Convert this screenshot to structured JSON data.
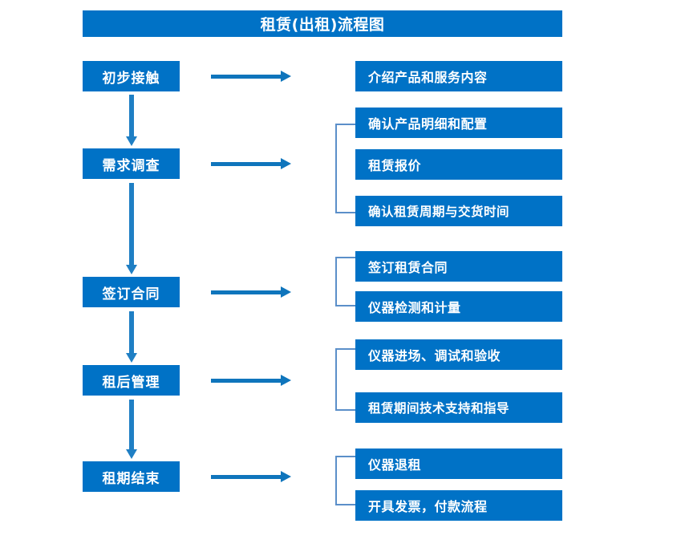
{
  "title": "租赁(出租)流程图",
  "colors": {
    "box_fill": "#0072C6",
    "box_text": "#FFFFFF",
    "arrow": "#0F75BC",
    "bracket": "#5B8FC9",
    "background": "#FFFFFF"
  },
  "stages": [
    {
      "label": "初步接触"
    },
    {
      "label": "需求调查"
    },
    {
      "label": "签订合同"
    },
    {
      "label": "租后管理"
    },
    {
      "label": "租期结束"
    }
  ],
  "details": [
    {
      "label": "介绍产品和服务内容"
    },
    {
      "label": "确认产品明细和配置"
    },
    {
      "label": "租赁报价"
    },
    {
      "label": "确认租赁周期与交货时间"
    },
    {
      "label": "签订租赁合同"
    },
    {
      "label": "仪器检测和计量"
    },
    {
      "label": "仪器进场、调试和验收"
    },
    {
      "label": "租赁期间技术支持和指导"
    },
    {
      "label": "仪器退租"
    },
    {
      "label": "开具发票，付款流程"
    }
  ],
  "groups": [
    {
      "stage": "需求调查",
      "members": [
        "确认产品明细和配置",
        "租赁报价",
        "确认租赁周期与交货时间"
      ]
    },
    {
      "stage": "签订合同",
      "members": [
        "签订租赁合同",
        "仪器检测和计量"
      ]
    },
    {
      "stage": "租后管理",
      "members": [
        "仪器进场、调试和验收",
        "租赁期间技术支持和指导"
      ]
    },
    {
      "stage": "租期结束",
      "members": [
        "仪器退租",
        "开具发票，付款流程"
      ]
    }
  ]
}
